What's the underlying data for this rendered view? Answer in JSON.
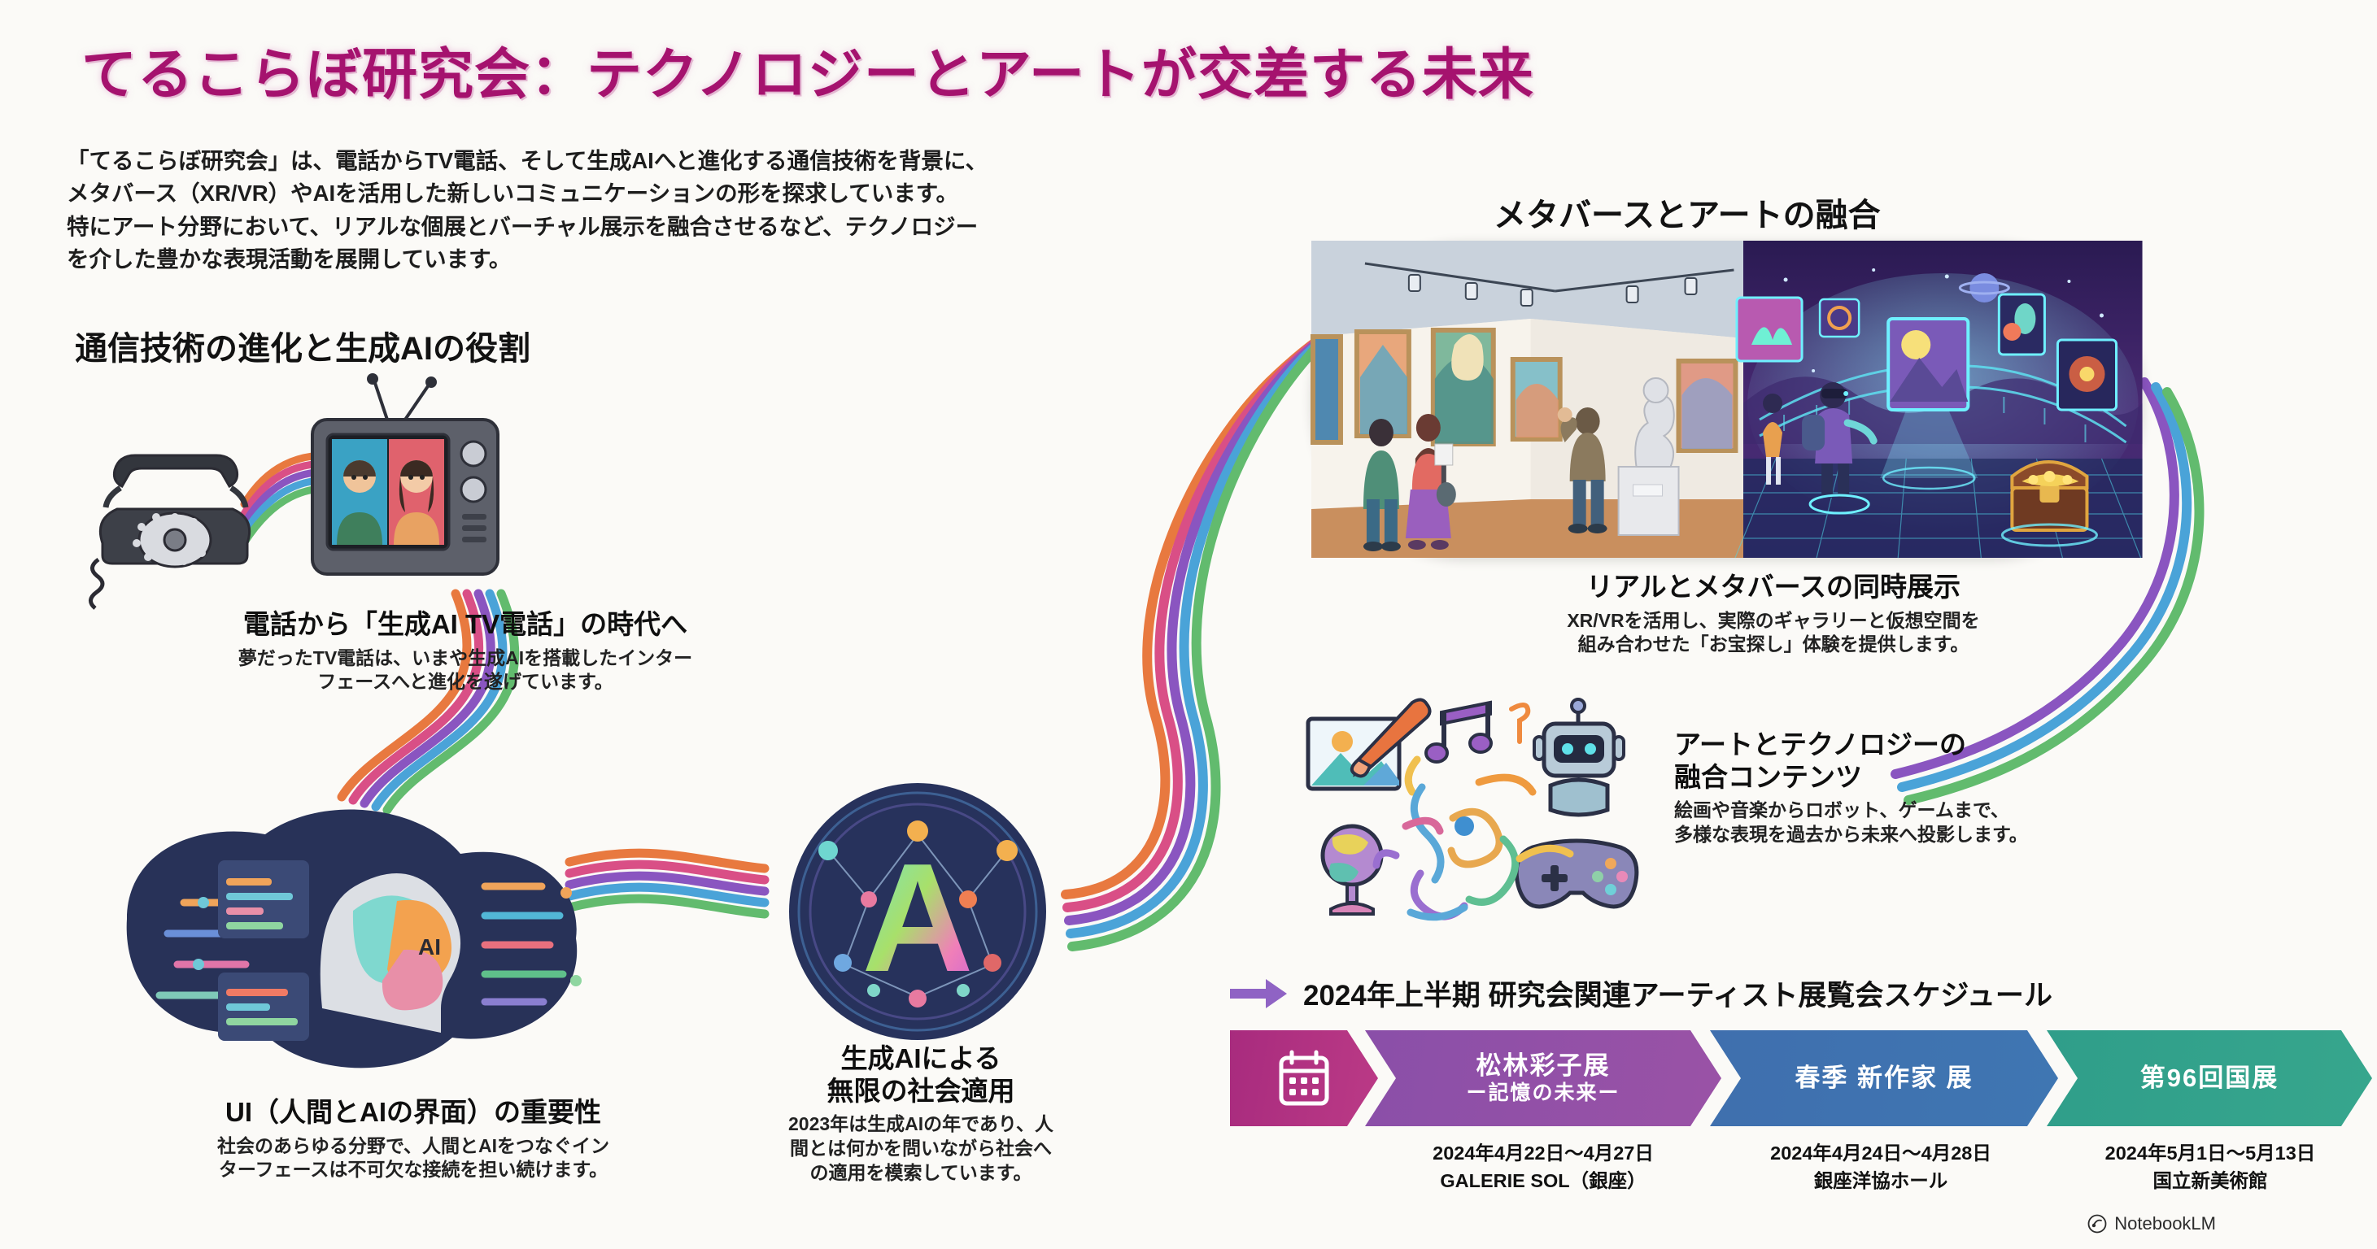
{
  "title": "てるこらぼ研究会：テクノロジーとアートが交差する未来",
  "intro": {
    "line1": "「てるこらぼ研究会」は、電話からTV電話、そして生成AIへと進化する通信技術を背景に、",
    "line2": "メタバース（XR/VR）やAIを活用した新しいコミュニケーションの形を探求しています。",
    "line3": "特にアート分野において、リアルな個展とバーチャル展示を融合させるなど、テクノロジー",
    "line4": "を介した豊かな表現活動を展開しています。"
  },
  "sections": {
    "left_heading": "通信技術の進化と生成AIの役割",
    "right_heading": "メタバースとアートの融合"
  },
  "captions": {
    "phone": {
      "title": "電話から「生成AI TV電話」の時代へ",
      "body1": "夢だったTV電話は、いまや生成AIを搭載したインター",
      "body2": "フェースへと進化を遂げています。"
    },
    "ui": {
      "title": "UI（人間とAIの界面）の重要性",
      "body1": "社会のあらゆる分野で、人間とAIをつなぐイン",
      "body2": "ターフェースは不可欠な接続を担い続けます。"
    },
    "ai": {
      "title1": "生成AIによる",
      "title2": "無限の社会適用",
      "body1": "2023年は生成AIの年であり、人",
      "body2": "間とは何かを問いながら社会へ",
      "body3": "の適用を模索しています。"
    },
    "real_meta": {
      "title": "リアルとメタバースの同時展示",
      "body1": "XR/VRを活用し、実際のギャラリーと仮想空間を",
      "body2": "組み合わせた「お宝探し」体験を提供します。"
    },
    "art_tech": {
      "title1": "アートとテクノロジーの",
      "title2": "融合コンテンツ",
      "body1": "絵画や音楽からロボット、ゲームまで、",
      "body2": "多様な表現を過去から未来へ投影します。"
    }
  },
  "schedule": {
    "heading": "2024年上半期 研究会関連アーティスト展覧会スケジュール",
    "items": [
      {
        "name_line1": "松林彩子展",
        "name_line2": "ー記憶の未来ー",
        "dates": "2024年4月22日〜4月27日",
        "venue": "GALERIE SOL（銀座）",
        "color": "#9a52a6"
      },
      {
        "name_line1": "春季 新作家 展",
        "name_line2": "",
        "dates": "2024年4月24日〜4月28日",
        "venue": "銀座洋協ホール",
        "color": "#3f76b2"
      },
      {
        "name_line1": "第96回国展",
        "name_line2": "",
        "dates": "2024年5月1日〜5月13日",
        "venue": "国立新美術館",
        "color": "#37a68d"
      }
    ]
  },
  "watermark": "NotebookLM",
  "colors": {
    "title": "#a5126e",
    "calendar_chip": "#b13283",
    "background": "#fbfaf7"
  },
  "icons": {
    "calendar": "calendar-icon",
    "arrow": "arrow-right-icon",
    "watermark": "notebooklm-logo-icon"
  }
}
